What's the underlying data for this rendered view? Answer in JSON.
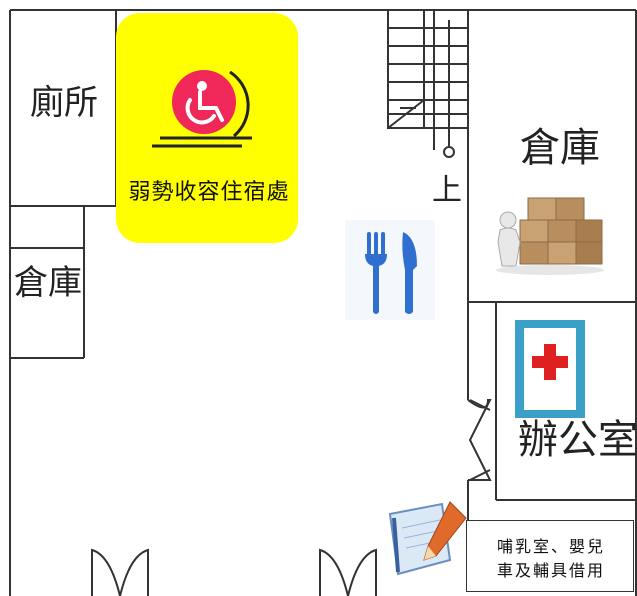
{
  "rooms": {
    "toilet": "廁所",
    "storage_left": "倉庫",
    "storage_right": "倉庫",
    "office": "辦公室",
    "stairs_up": "上"
  },
  "shelter": {
    "label": "弱勢收容住宿處",
    "color": "#ffff00",
    "icon": "wheelchair-icon"
  },
  "icons": {
    "dining": "fork-knife-icon",
    "storage": "boxes-icon",
    "office": "first-aid-icon",
    "nursing": "notebook-pen-icon"
  },
  "nursing_room": {
    "label": "哺乳室、嬰兒\n車及輔具借用"
  },
  "colors": {
    "wall": "#333333",
    "accent_pink": "#f0285a",
    "firstaid_frame": "#3aa0c8",
    "firstaid_cross": "#e02020",
    "utensil_blue": "#2f6fcf"
  }
}
